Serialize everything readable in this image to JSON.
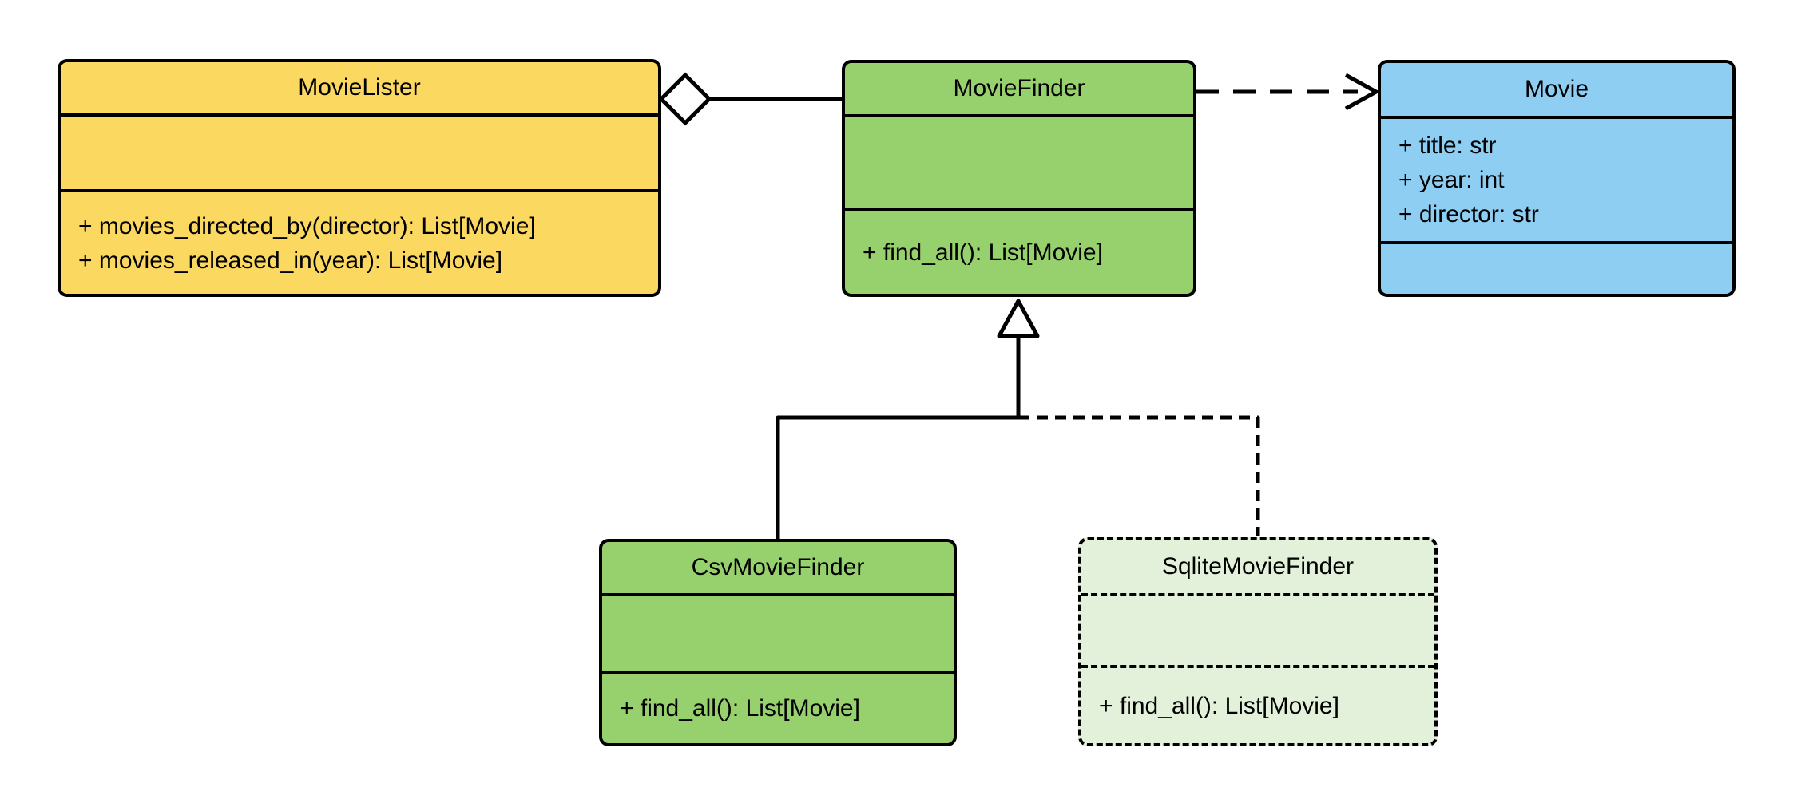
{
  "diagram": {
    "kind": "UML class diagram",
    "classes": [
      {
        "name": "MovieLister",
        "fill": "#FBD860",
        "border_style": "solid",
        "attributes": [],
        "methods": [
          "+ movies_directed_by(director): List[Movie]",
          "+ movies_released_in(year): List[Movie]"
        ]
      },
      {
        "name": "MovieFinder",
        "fill": "#97D16E",
        "border_style": "solid",
        "attributes": [],
        "methods": [
          "+ find_all(): List[Movie]"
        ]
      },
      {
        "name": "Movie",
        "fill": "#8DCEF2",
        "border_style": "solid",
        "attributes": [
          "+ title: str",
          "+ year: int",
          "+ director: str"
        ],
        "methods": []
      },
      {
        "name": "CsvMovieFinder",
        "fill": "#97D16E",
        "border_style": "solid",
        "attributes": [],
        "methods": [
          "+ find_all(): List[Movie]"
        ]
      },
      {
        "name": "SqliteMovieFinder",
        "fill": "#E3F1DA",
        "border_style": "dashed",
        "attributes": [],
        "methods": [
          "+ find_all(): List[Movie]"
        ]
      }
    ],
    "relationships": [
      {
        "type": "aggregation",
        "from": "MovieLister",
        "to": "MovieFinder",
        "line": "solid",
        "marker": "hollow-diamond"
      },
      {
        "type": "dependency",
        "from": "MovieFinder",
        "to": "Movie",
        "line": "dashed",
        "marker": "open-arrow"
      },
      {
        "type": "generalization",
        "from": "CsvMovieFinder",
        "to": "MovieFinder",
        "line": "solid",
        "marker": "hollow-triangle"
      },
      {
        "type": "generalization",
        "from": "SqliteMovieFinder",
        "to": "MovieFinder",
        "line": "dashed",
        "marker": "hollow-triangle"
      }
    ],
    "colors": {
      "background": "#FFFFFF",
      "stroke": "#000000",
      "yellow": "#FBD860",
      "green": "#97D16E",
      "blue": "#8DCEF2",
      "light_green": "#E3F1DA"
    }
  }
}
